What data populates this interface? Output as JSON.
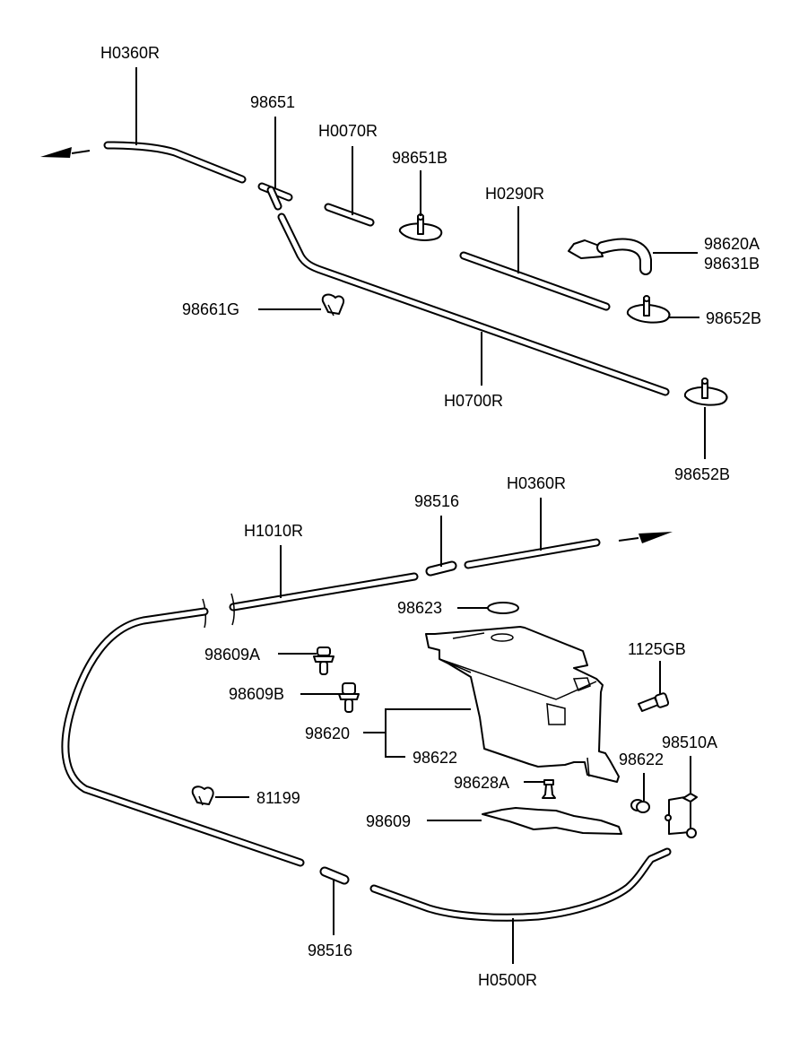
{
  "diagram": {
    "type": "exploded parts diagram",
    "subject": "windshield washer hoses and reservoir",
    "colors": {
      "line": "#000000",
      "background": "#ffffff"
    },
    "labels": {
      "h0360r_top": "H0360R",
      "p98651": "98651",
      "h0070r": "H0070R",
      "p98651b": "98651B",
      "h0290r": "H0290R",
      "p98620a": "98620A",
      "p98631b": "98631B",
      "p98652b_upper": "98652B",
      "p98661g": "98661G",
      "h0700r": "H0700R",
      "p98652b_lower": "98652B",
      "p98516_top": "98516",
      "h0360r_mid": "H0360R",
      "h1010r": "H1010R",
      "p98623": "98623",
      "p98609a": "98609A",
      "p1125gb": "1125GB",
      "p98609b": "98609B",
      "p98620": "98620",
      "p98622_bracket": "98622",
      "p98510a": "98510A",
      "p98622_right": "98622",
      "p98628a": "98628A",
      "p81199": "81199",
      "p98609": "98609",
      "p98516_bottom": "98516",
      "h0500r": "H0500R"
    }
  }
}
